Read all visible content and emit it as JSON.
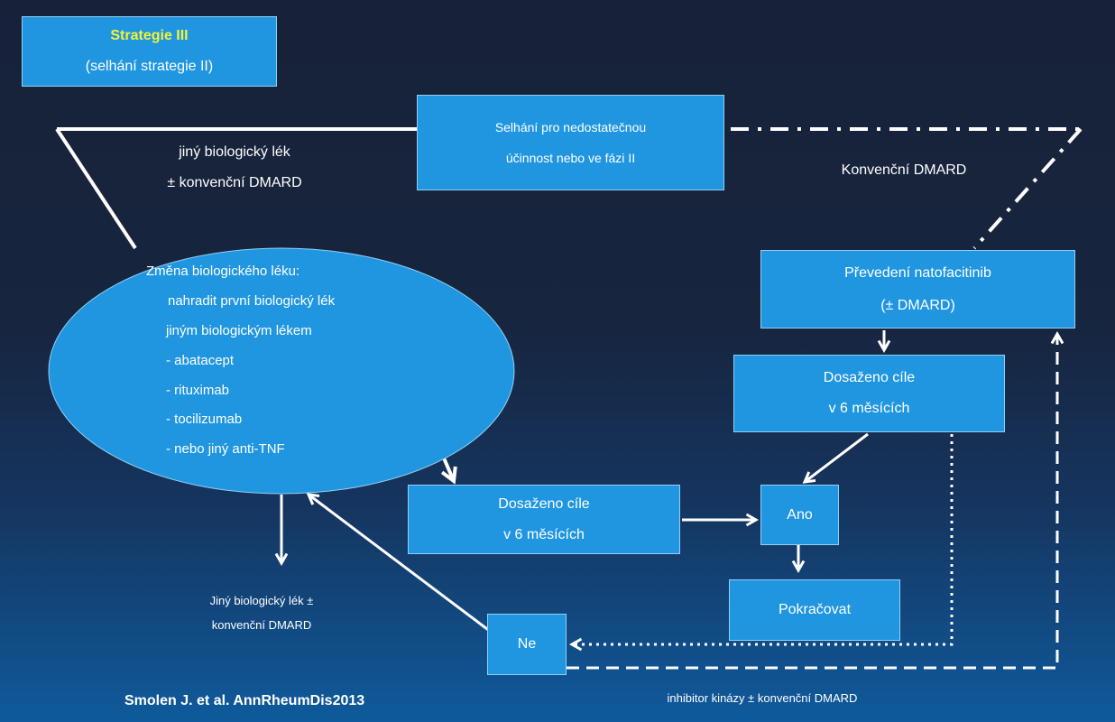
{
  "strategy_box": {
    "title": "Strategie III",
    "subtitle": "(selhání strategie II)"
  },
  "failure_box": {
    "line1": "Selhání pro nedostatečnou",
    "line2": "účinnost nebo ve fázi II"
  },
  "other_bio_label": {
    "line1": "jiný biologický lék",
    "line2": "± konvenční DMARD"
  },
  "conventional_label": "Konvenční DMARD",
  "ellipse": {
    "heading": "Změna biologického léku:",
    "line1": "nahradit první biologický lék",
    "line2": "jiným biologickým lékem",
    "items": [
      "- abatacept",
      "- rituximab",
      "- tocilizumab",
      "- nebo jiný anti-TNF"
    ]
  },
  "transfer_box": {
    "line1": "Převedení natofacitinib",
    "line2": "(± DMARD)"
  },
  "goal_box_right": {
    "line1": "Dosaženo cíle",
    "line2": "v 6 měsících"
  },
  "goal_box_center": {
    "line1": "Dosaženo cíle",
    "line2": "v 6 měsících"
  },
  "yes_box": "Ano",
  "continue_box": "Pokračovat",
  "no_box": "Ne",
  "bottom_left_label": {
    "line1": "Jiný biologický lék ±",
    "line2": "konvenční DMARD"
  },
  "bottom_right_label": "inhibitor kinázy ± konvenční DMARD",
  "citation": "Smolen J. et al. AnnRheumDis2013",
  "colors": {
    "box_fill": "#2196e0",
    "box_border": "#8fd0f5",
    "title_yellow": "#f3f33a",
    "line_white": "#ffffff"
  }
}
